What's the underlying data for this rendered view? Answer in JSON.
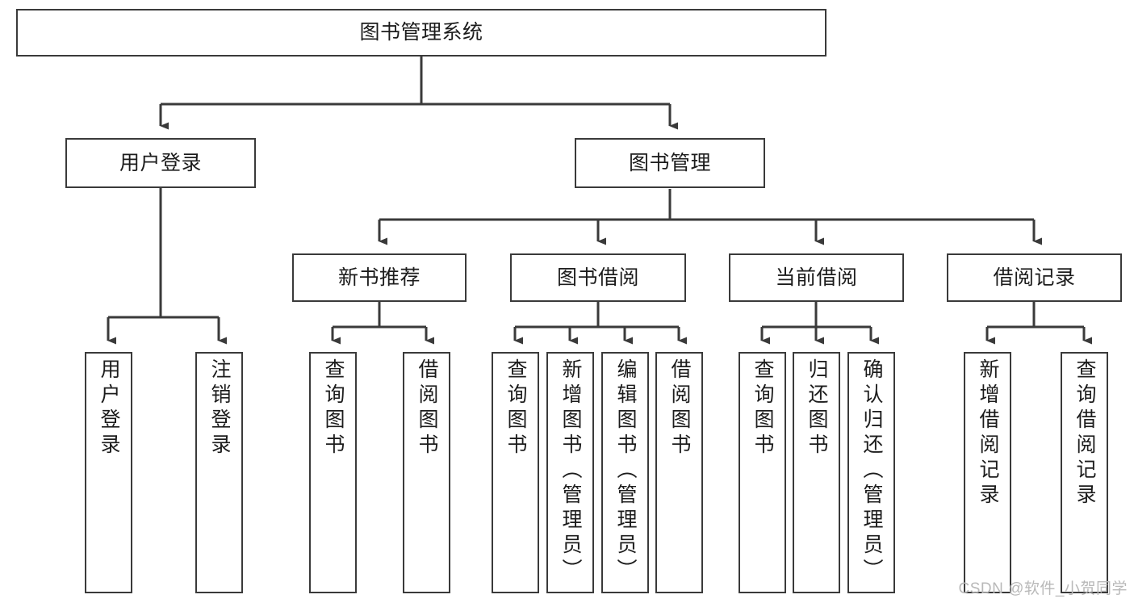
{
  "diagram": {
    "type": "tree-hierarchy-chart",
    "title": "图书管理系统",
    "watermark": "CSDN @软件_小贺同学",
    "colors": {
      "box_border": "#3a3a3a",
      "box_fill": "#ffffff",
      "connector": "#3a3a3a",
      "text": "#1c1c1c",
      "watermark": "#b9b9b9"
    },
    "root": {
      "label": "图书管理系统"
    },
    "level2": [
      {
        "label": "用户登录"
      },
      {
        "label": "图书管理"
      }
    ],
    "level3": [
      {
        "label": "新书推荐"
      },
      {
        "label": "图书借阅"
      },
      {
        "label": "当前借阅"
      },
      {
        "label": "借阅记录"
      }
    ],
    "leaves": {
      "user_login": [
        {
          "label": "用户登录"
        },
        {
          "label": "注销登录"
        }
      ],
      "new_book_recommend": [
        {
          "label": "查询图书"
        },
        {
          "label": "借阅图书"
        }
      ],
      "book_borrow": [
        {
          "label": "查询图书"
        },
        {
          "label": "新增图书（管理员）"
        },
        {
          "label": "编辑图书（管理员）"
        },
        {
          "label": "借阅图书"
        }
      ],
      "current_borrow": [
        {
          "label": "查询图书"
        },
        {
          "label": "归还图书"
        },
        {
          "label": "确认归还（管理员）"
        }
      ],
      "borrow_record": [
        {
          "label": "新增借阅记录"
        },
        {
          "label": "查询借阅记录"
        }
      ]
    }
  }
}
